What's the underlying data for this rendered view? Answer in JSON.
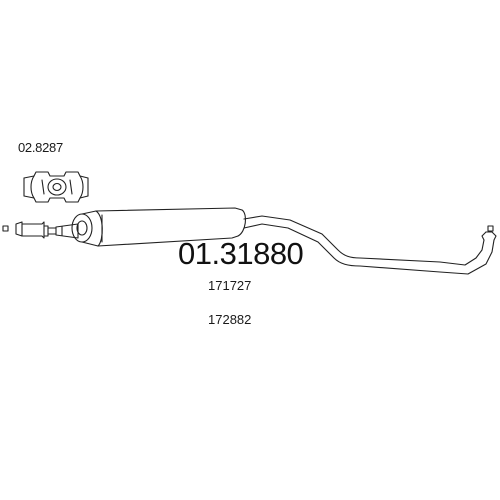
{
  "labels": {
    "clamp_code": "02.8287",
    "part_number": "01.31880",
    "ref_1": "171727",
    "ref_2": "172882"
  },
  "colors": {
    "line": "#222222",
    "background": "#ffffff"
  },
  "icons": {
    "clamp": "exhaust-clamp-icon",
    "pipe": "exhaust-pipe-drawing"
  }
}
